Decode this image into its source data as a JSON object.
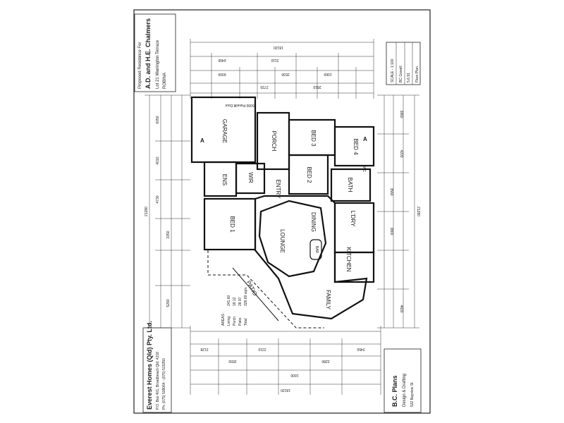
{
  "drawing": {
    "title_block": {
      "line1": "Proposed Residence For",
      "line2": "A.D. and H.E. Chalmers",
      "line3": "Lot 21 Warrington Terrace",
      "line4": "ROBINA"
    },
    "scale_block": {
      "scale": "SCALE - 1:100",
      "drawn": "BC Gowell",
      "date": "5.6.91",
      "plan": "Floor Plan"
    },
    "builder_block": {
      "name": "Everest Homes (Qld) Pty. Ltd.",
      "address": "P.O. Box 401, Broadbeach Qld. 4218",
      "phone": "Ph. (075) 538064 - (075) 515350"
    },
    "designer_block": {
      "name": "B.C. Plans",
      "service": "Design & Drafting",
      "address": "532 Bayview St."
    },
    "areas": {
      "heading": "AREAS :",
      "living": "Living",
      "living_val": "241.60",
      "porch": "Porch",
      "porch_val": "18.12",
      "patio": "Patio",
      "patio_val": "28.97",
      "total": "Total",
      "total_val": "328.69 sqm."
    },
    "rooms": {
      "garage": "GARAGE",
      "porch": "PORCH",
      "bed1": "BED 1",
      "bed2": "BED 2",
      "bed3": "BED 3",
      "bed4": "BED 4",
      "ens": "ENS",
      "wir": "WIR",
      "entry": "ENTRY",
      "lounge": "LOUNGE",
      "dining": "DINING",
      "family": "FAMILY",
      "patio": "PATIO",
      "kitchen": "KITCHEN",
      "bath": "BATH",
      "lndry": "L'DRY",
      "bar": "BAR",
      "wc": "WC"
    },
    "notes": {
      "door": "5000 Panelift Door",
      "section_a": "A"
    },
    "dims": {
      "top_total": "18120",
      "bottom_total": "18120",
      "left_total": "21280",
      "right_total": "21280",
      "top_a": "6490",
      "top_b": "6000",
      "top_c": "2110",
      "top_d": "3530",
      "top_e": "1060",
      "top_f": "2810",
      "top_g": "2720",
      "bot_a": "2128",
      "bot_b": "3550",
      "bot_c": "2210",
      "bot_d": "1600",
      "bot_e": "3280",
      "bot_f": "2450",
      "left_a": "6050",
      "left_b": "4010",
      "left_c": "4730",
      "left_d": "3350",
      "left_e": "5290",
      "right_a": "3960",
      "right_b": "4200",
      "right_c": "3560",
      "right_d": "3800",
      "right_e": "4600"
    }
  }
}
